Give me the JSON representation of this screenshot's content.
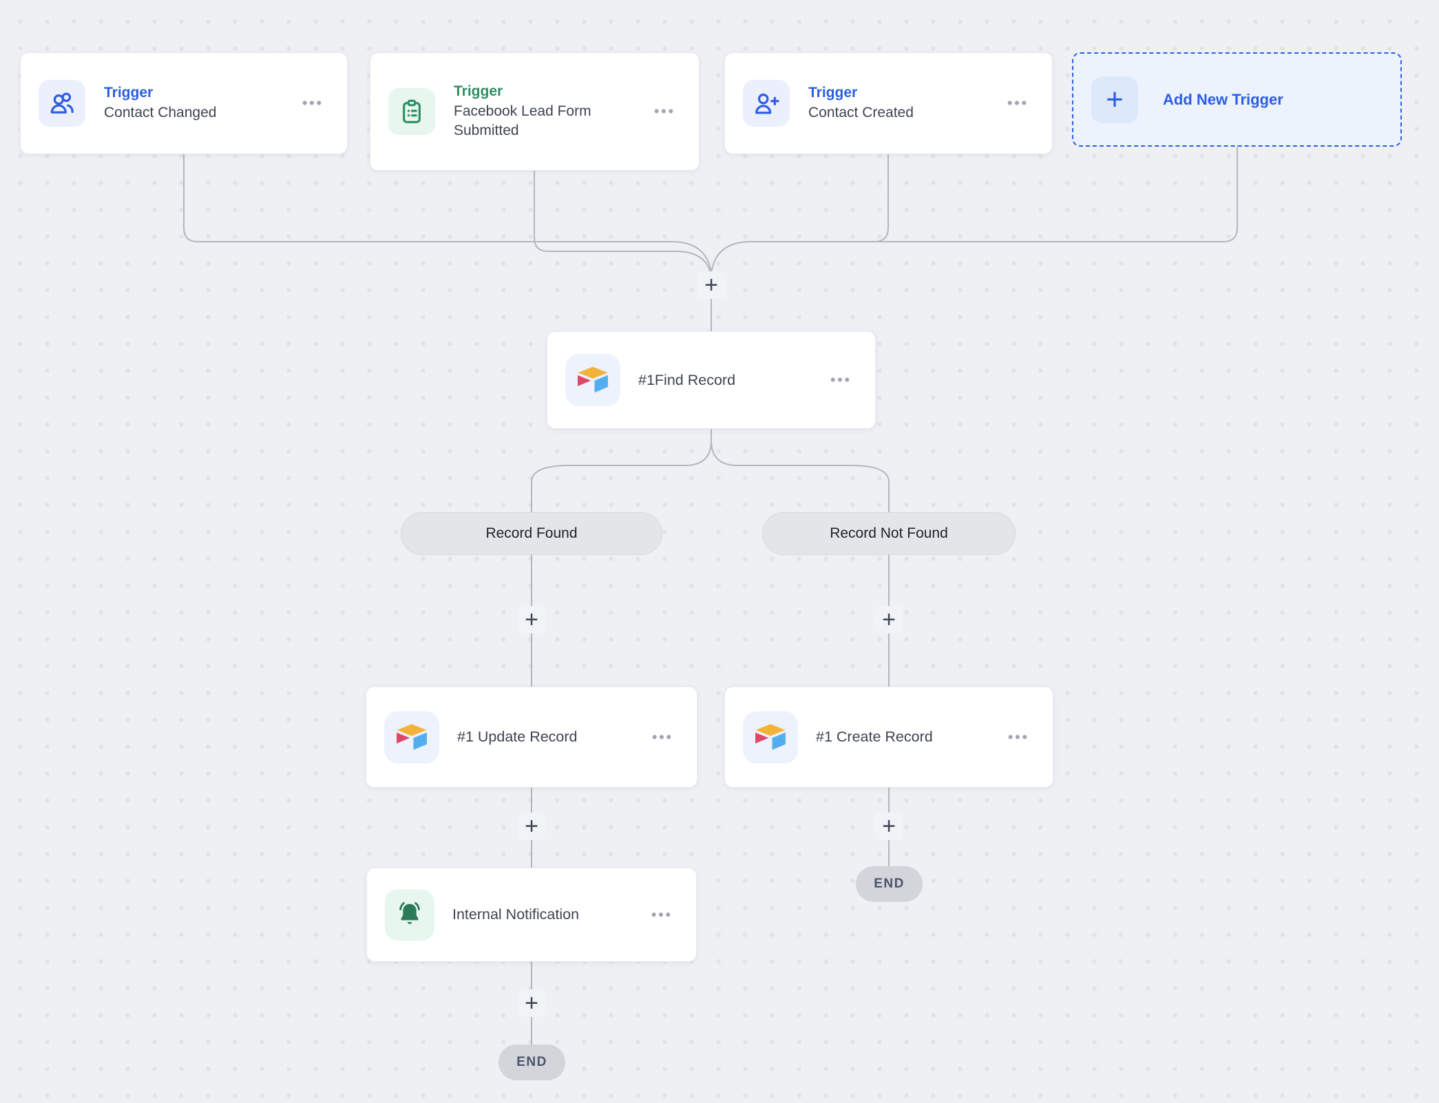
{
  "colors": {
    "canvas_bg": "#eef0f3",
    "dot_grid": "#e2e3e7",
    "connector": "#b3b6bd",
    "accent_blue": "#2b5ce5",
    "accent_green": "#2e8f63",
    "bell_green": "#2d7a57",
    "airtable_yellow": "#F3B33B",
    "airtable_blue": "#53AEF0",
    "airtable_red": "#DE4768",
    "branch_pill_bg": "#e4e5e9",
    "end_pill_bg": "#d3d5db"
  },
  "icons": {
    "more_options": "•••"
  },
  "plus_label": "+",
  "end_label": "END",
  "triggers": [
    {
      "label": "Trigger",
      "title": "Contact Changed"
    },
    {
      "label": "Trigger",
      "title": "Facebook Lead Form Submitted"
    },
    {
      "label": "Trigger",
      "title": "Contact Created"
    }
  ],
  "add_new_trigger_label": "Add New Trigger",
  "actions": {
    "find_record": "#1Find Record",
    "update_record": "#1 Update Record",
    "create_record": "#1 Create Record",
    "internal_notification": "Internal Notification"
  },
  "branch_labels": {
    "found": "Record Found",
    "not_found": "Record Not Found"
  }
}
